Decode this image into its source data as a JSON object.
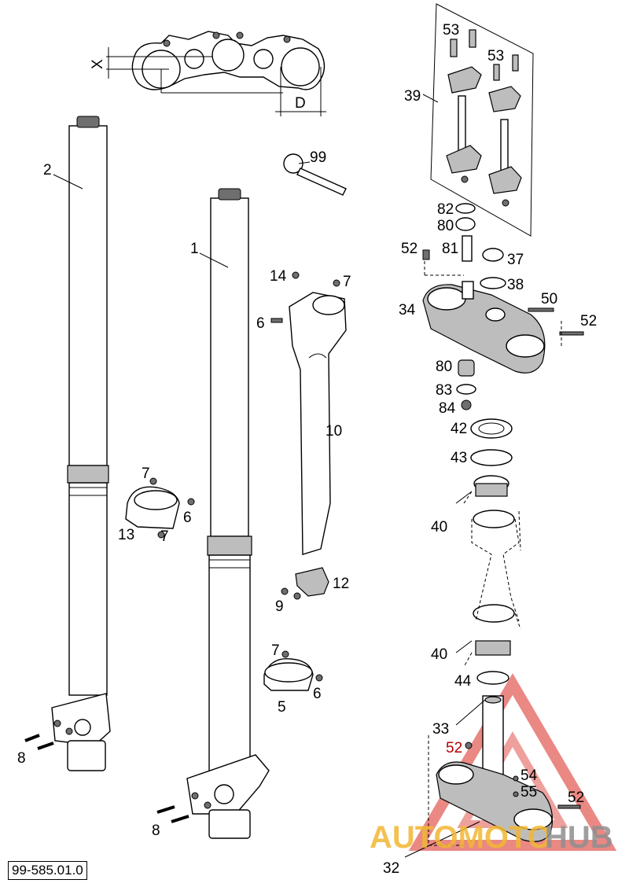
{
  "diagram": {
    "doc_code": "99-585.01.0",
    "dimension_labels": {
      "x": "X",
      "d": "D"
    },
    "callouts": {
      "c53a": "53",
      "c53b": "53",
      "c39": "39",
      "c99": "99",
      "c82": "82",
      "c80a": "80",
      "c81": "81",
      "c52a": "52",
      "c37": "37",
      "c38": "38",
      "c14": "14",
      "c7a": "7",
      "c6a": "6",
      "c34": "34",
      "c50": "50",
      "c52b": "52",
      "c80b": "80",
      "c83": "83",
      "c84": "84",
      "c10": "10",
      "c42": "42",
      "c43": "43",
      "c2": "2",
      "c1": "1",
      "c7b": "7",
      "c6b": "6",
      "c13": "13",
      "c7c": "7",
      "c40a": "40",
      "c12": "12",
      "c9": "9",
      "c40b": "40",
      "c7d": "7",
      "c6c": "6",
      "c5": "5",
      "c44": "44",
      "c33": "33",
      "c52c": "52",
      "c54": "54",
      "c55": "55",
      "c52d": "52",
      "c8a": "8",
      "c8b": "8",
      "c32": "32"
    },
    "watermark": {
      "part1": "AUTOMOTO",
      "part2": "HUB",
      "color_red": "#e0504a",
      "color_orange": "#f2b733",
      "color_grey": "#8f8f8f"
    }
  }
}
